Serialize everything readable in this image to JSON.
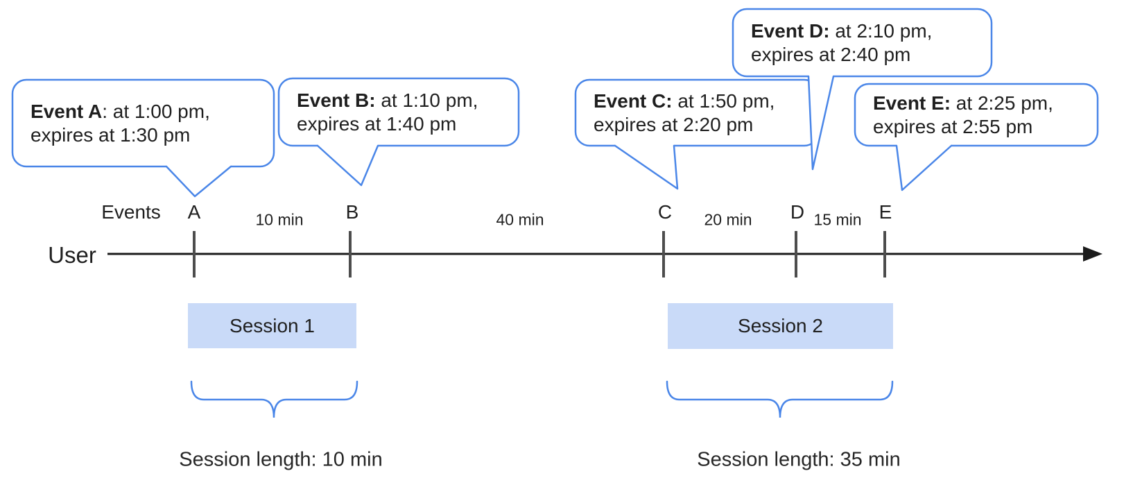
{
  "diagram": {
    "events_axis_label": "Events",
    "user_label": "User"
  },
  "bubbles": [
    {
      "event": "A",
      "bold": "Event A",
      "rest": ": at 1:00 pm,",
      "line2": "expires at 1:30 pm"
    },
    {
      "event": "B",
      "bold": "Event B:",
      "rest": " at 1:10 pm,",
      "line2": "expires at 1:40 pm"
    },
    {
      "event": "C",
      "bold": "Event C:",
      "rest": " at 1:50 pm,",
      "line2": "expires at 2:20 pm"
    },
    {
      "event": "D",
      "bold": "Event D:",
      "rest": " at 2:10 pm,",
      "line2": "expires at 2:40 pm"
    },
    {
      "event": "E",
      "bold": "Event E:",
      "rest": " at 2:25 pm,",
      "line2": "expires at 2:55 pm"
    }
  ],
  "ticks": [
    {
      "label": "A"
    },
    {
      "label": "B"
    },
    {
      "label": "C"
    },
    {
      "label": "D"
    },
    {
      "label": "E"
    }
  ],
  "gaps": [
    {
      "label": "10 min"
    },
    {
      "label": "40 min"
    },
    {
      "label": "20 min"
    },
    {
      "label": "15 min"
    }
  ],
  "sessions": [
    {
      "label": "Session 1",
      "length_label": "Session length: 10 min"
    },
    {
      "label": "Session 2",
      "length_label": "Session length: 35 min"
    }
  ],
  "colors": {
    "bubble_border": "#4a86e8",
    "session_fill": "#c9daf8",
    "tick_color": "#4d4d4d",
    "line_color": "#1b1b1b",
    "text_color": "#1f1f1f"
  }
}
